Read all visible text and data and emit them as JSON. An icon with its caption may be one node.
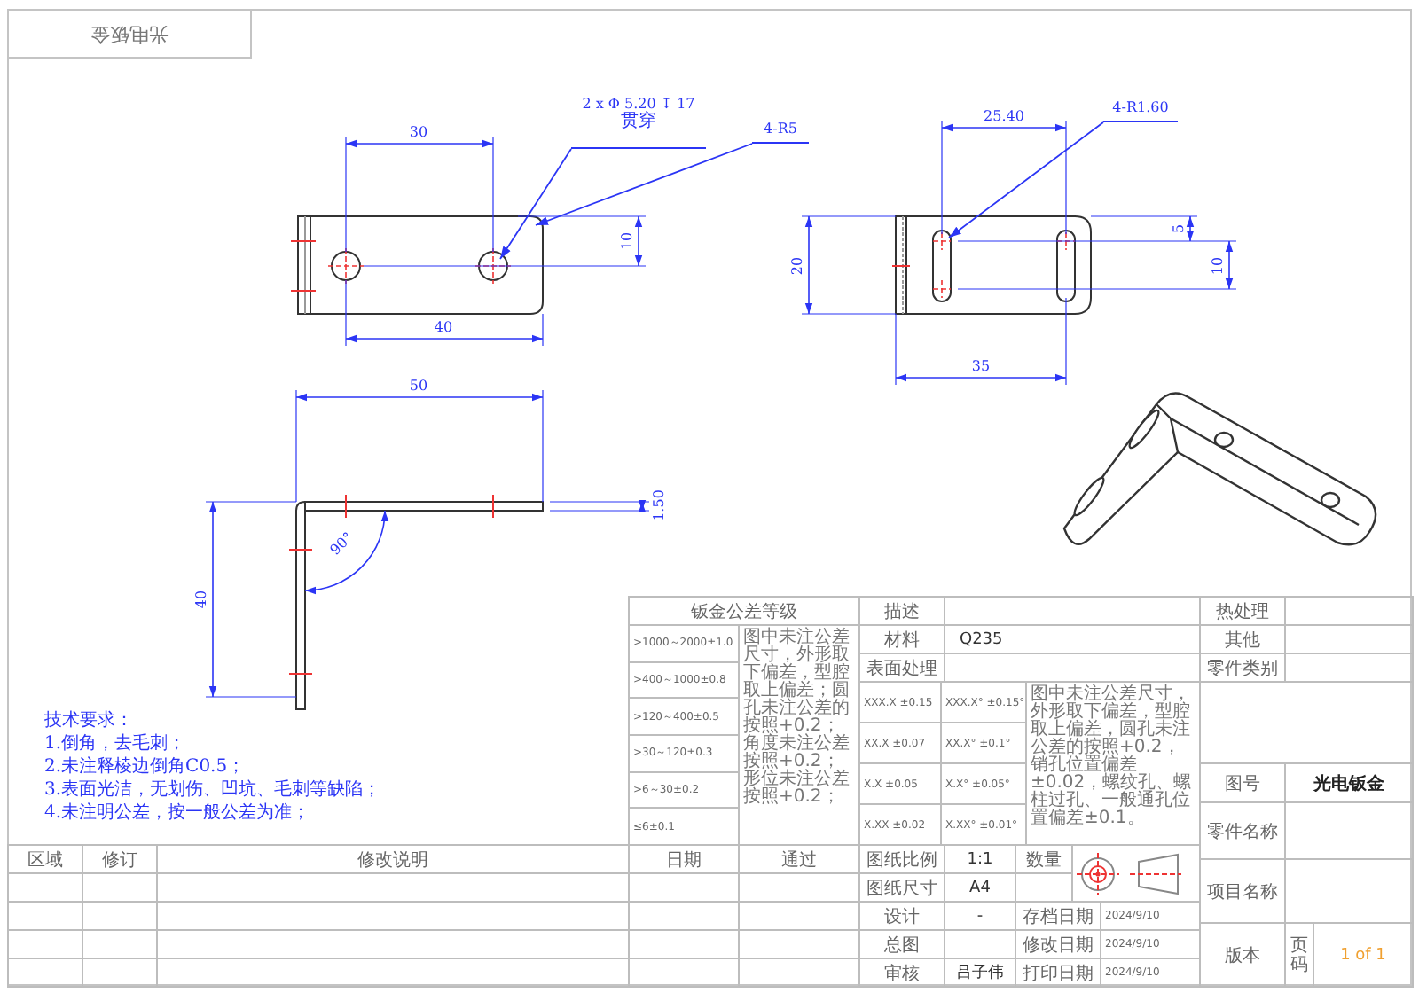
{
  "diagram": {
    "nodes": [
      {
        "text": [
          "2 x Φ 5.20 ↧ 17",
          "贯穿"
        ]
      },
      {
        "text": [
          "4-R5"
        ]
      },
      {
        "text": [
          "4-R1.60"
        ]
      }
    ],
    "edges": [
      {
        "from": 0,
        "to": null,
        "arrow": "to"
      },
      {
        "from": 1,
        "to": null,
        "arrow": "to"
      },
      {
        "from": 2,
        "to": null,
        "arrow": "to"
      }
    ],
    "labels": [
      "光电钣金",
      "30",
      "10",
      "40",
      "25.40",
      "5",
      "20",
      "10",
      "35",
      "50",
      "1.50",
      "40",
      "90°",
      "技术要求：",
      "1.倒角，去毛刺；",
      "2.未注释棱边倒角C0.5；",
      "3.表面光洁，无划伤、凹坑、毛刺等缺陷；",
      "4.未注明公差，按一般公差为准；",
      "钣金公差等级",
      "描述",
      "热处理",
      ">1000～2000±1.0",
      "图中未注公差尺寸，外形取下偏差，型腔取上偏差；圆孔未注公差的按照+0.2；角度未注公差按照+0.2；形位未注公差按照+0.2；",
      "材料",
      "Q235",
      "其他",
      ">400～1000±0.8",
      "表面处理",
      "零件类别",
      ">120～400±0.5",
      "XXX.X ±0.15",
      "XXX.X° ±0.15°",
      "图中未注公差尺寸，外形取下偏差，型腔取上偏差，圆孔未注公差的按照+0.2，销孔位置偏差±0.02，螺纹孔、螺柱过孔、一般通孔位置偏差±0.1。",
      ">30～120±0.3",
      "XX.X ±0.07",
      "XX.X° ±0.1°",
      ">6～30±0.2",
      "X.X ±0.05",
      "X.X° ±0.05°",
      "图号",
      "光电钣金",
      "≤6±0.1",
      "X.XX ±0.02",
      "X.XX° ±0.01°",
      "区域",
      "修订",
      "修改说明",
      "日期",
      "通过",
      "图纸比例",
      "1:1",
      "数量",
      "零件名称",
      "图纸尺寸",
      "A4",
      "设计",
      "-",
      "存档日期",
      "2024/9/10",
      "项目名称",
      "总图",
      "修改日期",
      "2024/9/10",
      "版本",
      "页码",
      "1 of 1",
      "审核",
      "吕子伟",
      "打印日期",
      "2024/9/10"
    ]
  }
}
